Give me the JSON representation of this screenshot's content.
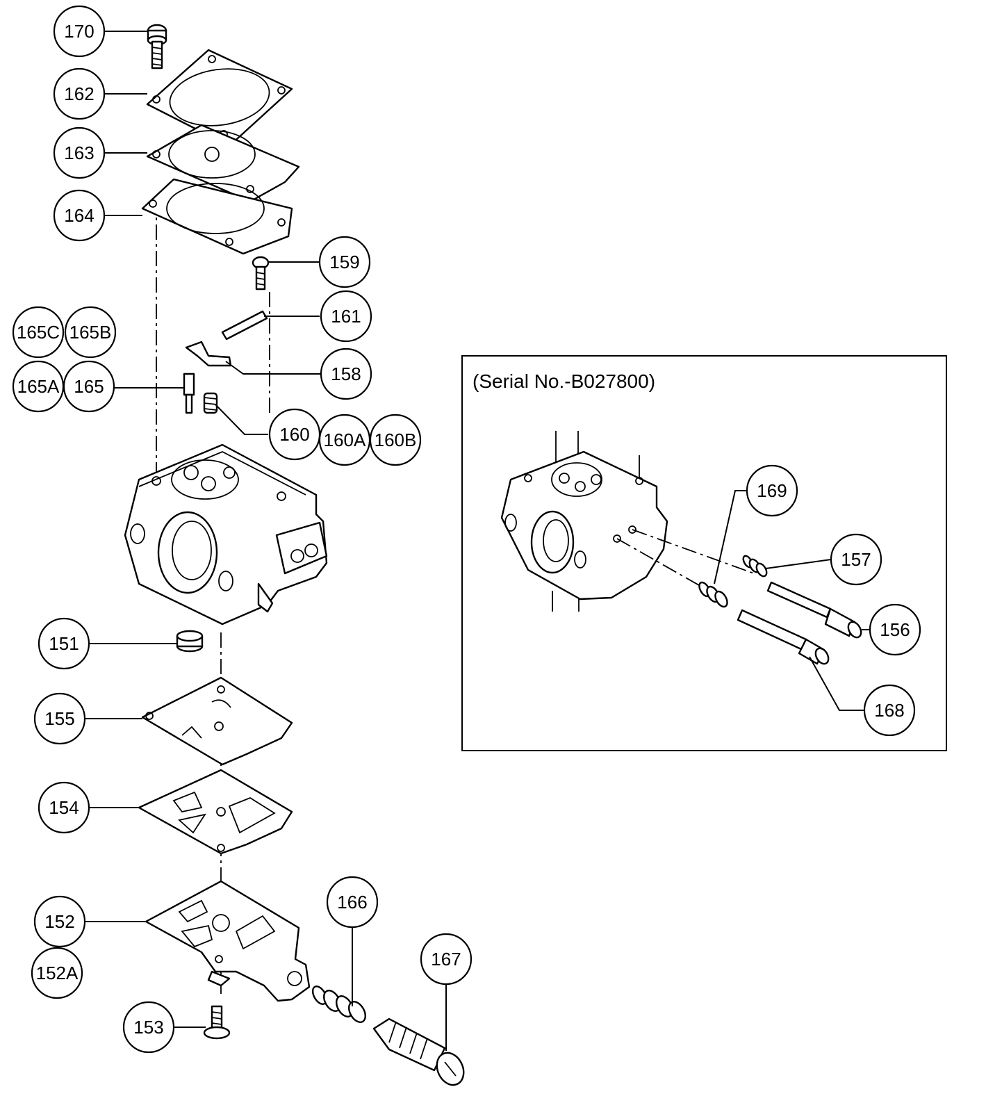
{
  "inset": {
    "caption": "(Serial No.-B027800)"
  },
  "labels": {
    "p170": "170",
    "p162": "162",
    "p163": "163",
    "p164": "164",
    "p159": "159",
    "p161": "161",
    "p158": "158",
    "p165c": "165C",
    "p165b": "165B",
    "p165a": "165A",
    "p165": "165",
    "p160": "160",
    "p160a": "160A",
    "p160b": "160B",
    "p151": "151",
    "p155": "155",
    "p154": "154",
    "p152": "152",
    "p152a": "152A",
    "p153": "153",
    "p166": "166",
    "p167": "167",
    "p169": "169",
    "p157": "157",
    "p156": "156",
    "p168": "168"
  }
}
